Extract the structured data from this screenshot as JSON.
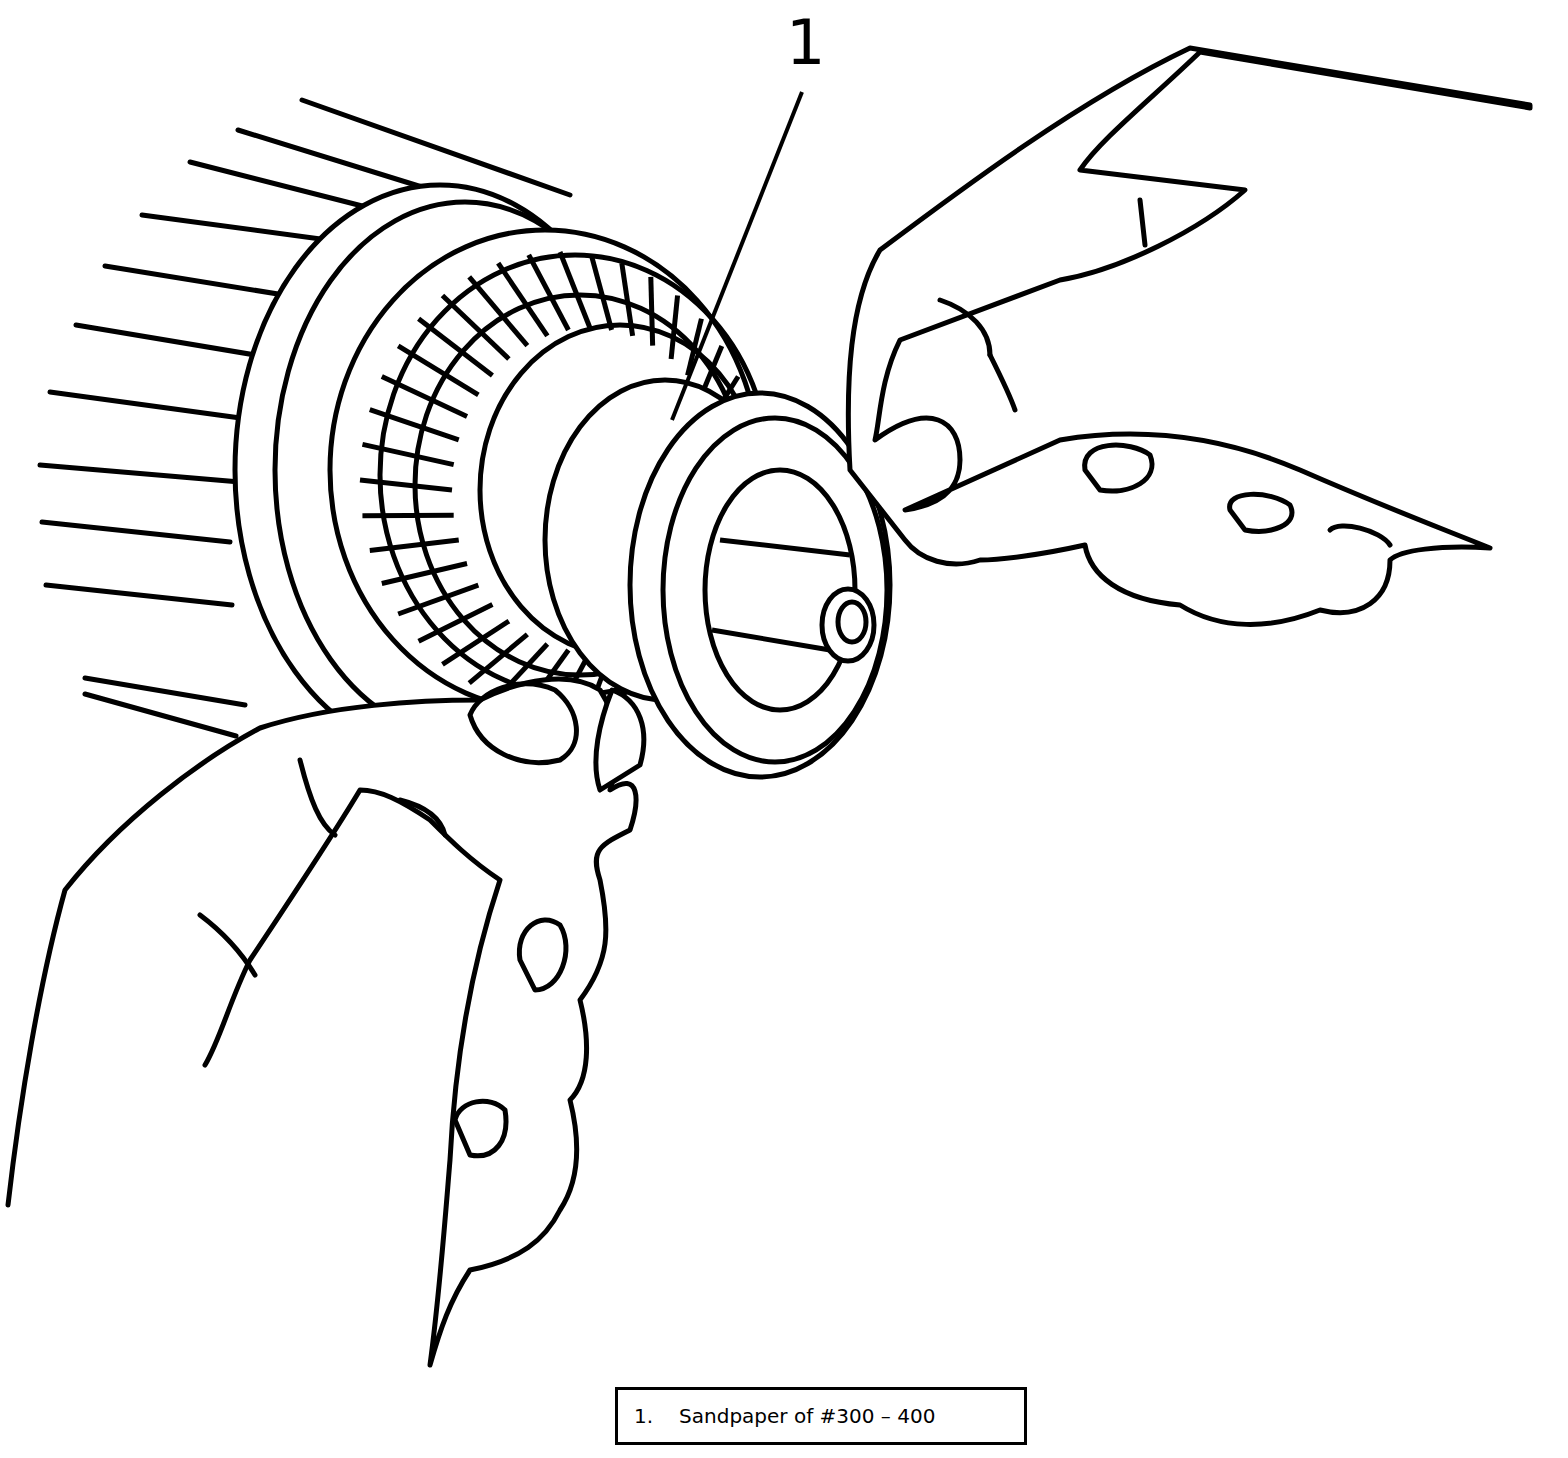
{
  "diagram": {
    "nodes": [
      {
        "text": [
          "1.",
          "Sandpaper of #300 – 400"
        ]
      }
    ],
    "labels": [
      "1"
    ]
  }
}
